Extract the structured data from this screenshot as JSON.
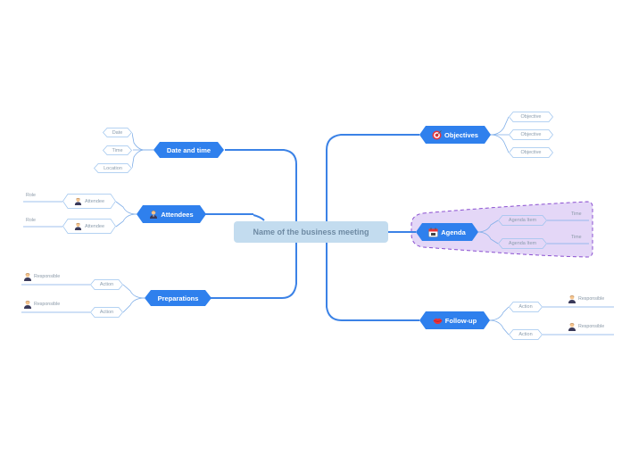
{
  "root": {
    "label": "Name of the business meeting"
  },
  "branches": {
    "date_time": {
      "label": "Date and time",
      "children": [
        "Date",
        "Time",
        "Location"
      ]
    },
    "attendees": {
      "label": "Attendees",
      "icon": "person-icon",
      "children": [
        {
          "label": "Attendee",
          "role": "Role"
        },
        {
          "label": "Attendee",
          "role": "Role"
        }
      ]
    },
    "preparations": {
      "label": "Preparations",
      "children": [
        {
          "label": "Action",
          "responsible": "Responsible"
        },
        {
          "label": "Action",
          "responsible": "Responsible"
        }
      ]
    },
    "objectives": {
      "label": "Objectives",
      "icon": "target-icon",
      "children": [
        "Objective",
        "Objective",
        "Objective"
      ]
    },
    "agenda": {
      "label": "Agenda",
      "icon": "calendar-icon",
      "children": [
        {
          "label": "Agenda Item",
          "time": "Time"
        },
        {
          "label": "Agenda Item",
          "time": "Time"
        }
      ]
    },
    "followup": {
      "label": "Follow-up",
      "icon": "lips-icon",
      "children": [
        {
          "label": "Action",
          "responsible": "Responsible"
        },
        {
          "label": "Action",
          "responsible": "Responsible"
        }
      ]
    }
  },
  "colors": {
    "main_node": "#2f80ed",
    "root_node": "#c3dcef",
    "line": "#7faee8",
    "agenda_boundary_fill": "#e4d7f7",
    "agenda_boundary_stroke": "#8a4fd0"
  }
}
